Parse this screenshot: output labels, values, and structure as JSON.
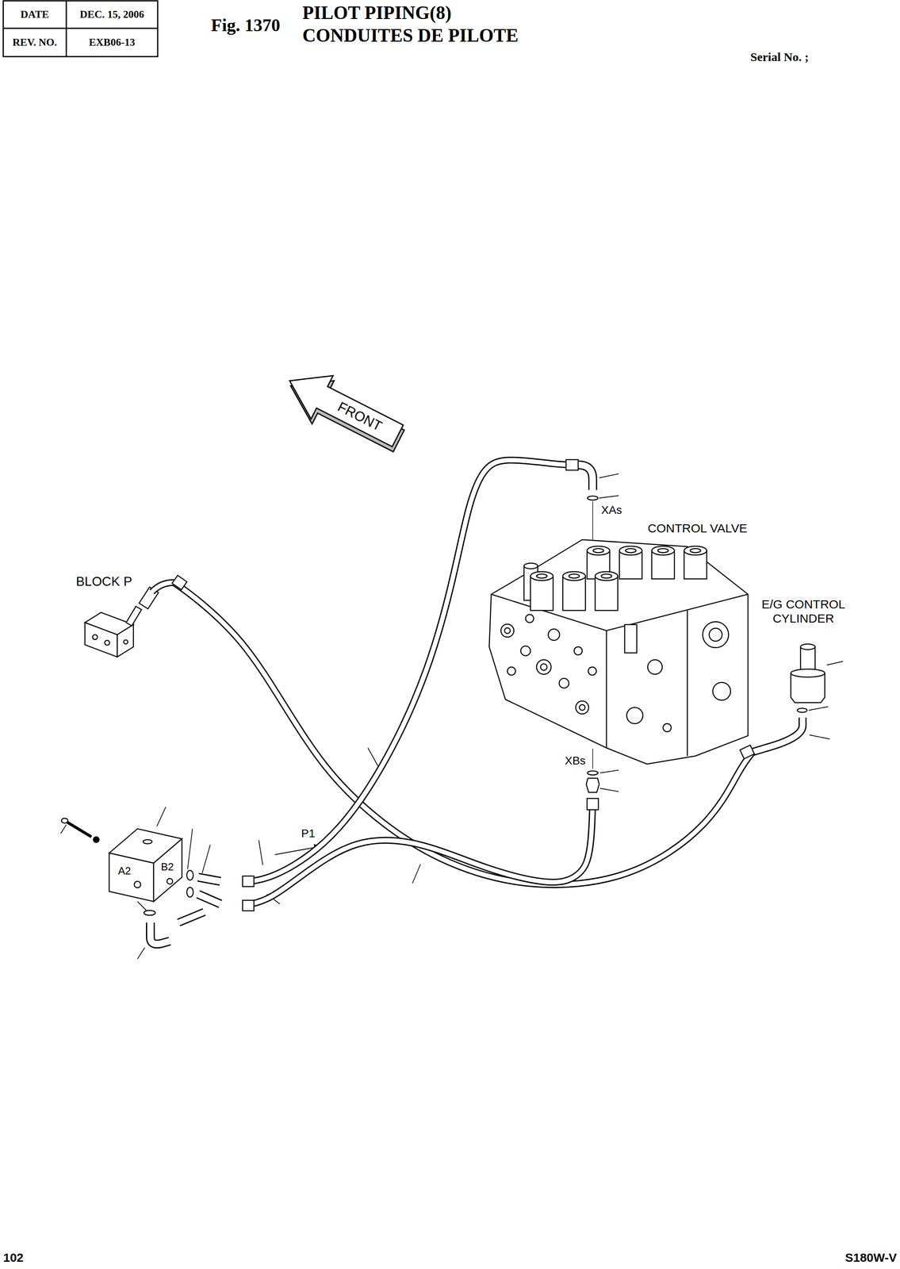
{
  "diagram": {
    "title": "PILOT PIPING(8)",
    "nodes": [
      {
        "text": [
          "BLOCK P"
        ]
      },
      {
        "text": [
          "CONTROL VALVE"
        ]
      },
      {
        "text": [
          "E/G CONTROL CYLINDER"
        ]
      },
      {
        "text": [
          "B2",
          "A2"
        ]
      }
    ],
    "edges": [
      {
        "from": 0,
        "to": 2,
        "arrow": "none"
      },
      {
        "from": 1,
        "to": 3,
        "arrow": "none"
      },
      {
        "from": 1,
        "to": 3,
        "arrow": "none"
      }
    ],
    "labels": [
      "DATE",
      "DEC. 15, 2006",
      "REV. NO.",
      "EXB06-13",
      "Fig. 1370",
      "CONDUITES DE PILOTE",
      "Serial No. ;",
      "FRONT",
      "XAs",
      "XBs",
      "P1",
      "102",
      "S180W-V"
    ]
  }
}
